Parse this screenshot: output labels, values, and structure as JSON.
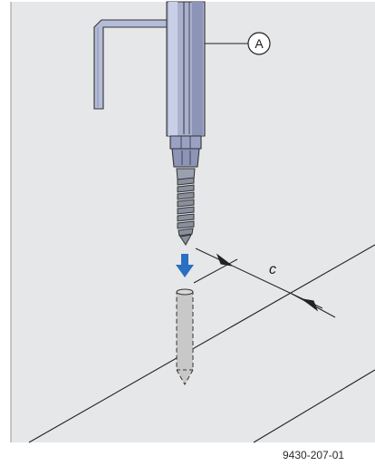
{
  "figure": {
    "callout_label": "A",
    "dimension_label": "c",
    "figure_number": "9430-207-01"
  },
  "colors": {
    "panel_background": "#e6e7e9",
    "tool_body": "#a9b1cf",
    "tool_body_light": "#c9cfe6",
    "tool_body_dark": "#7f88ad",
    "thread": "#7a7f8f",
    "arrow_blue": "#2a6fc1",
    "dowel_fill": "#c8c8c8",
    "line": "#222222"
  }
}
